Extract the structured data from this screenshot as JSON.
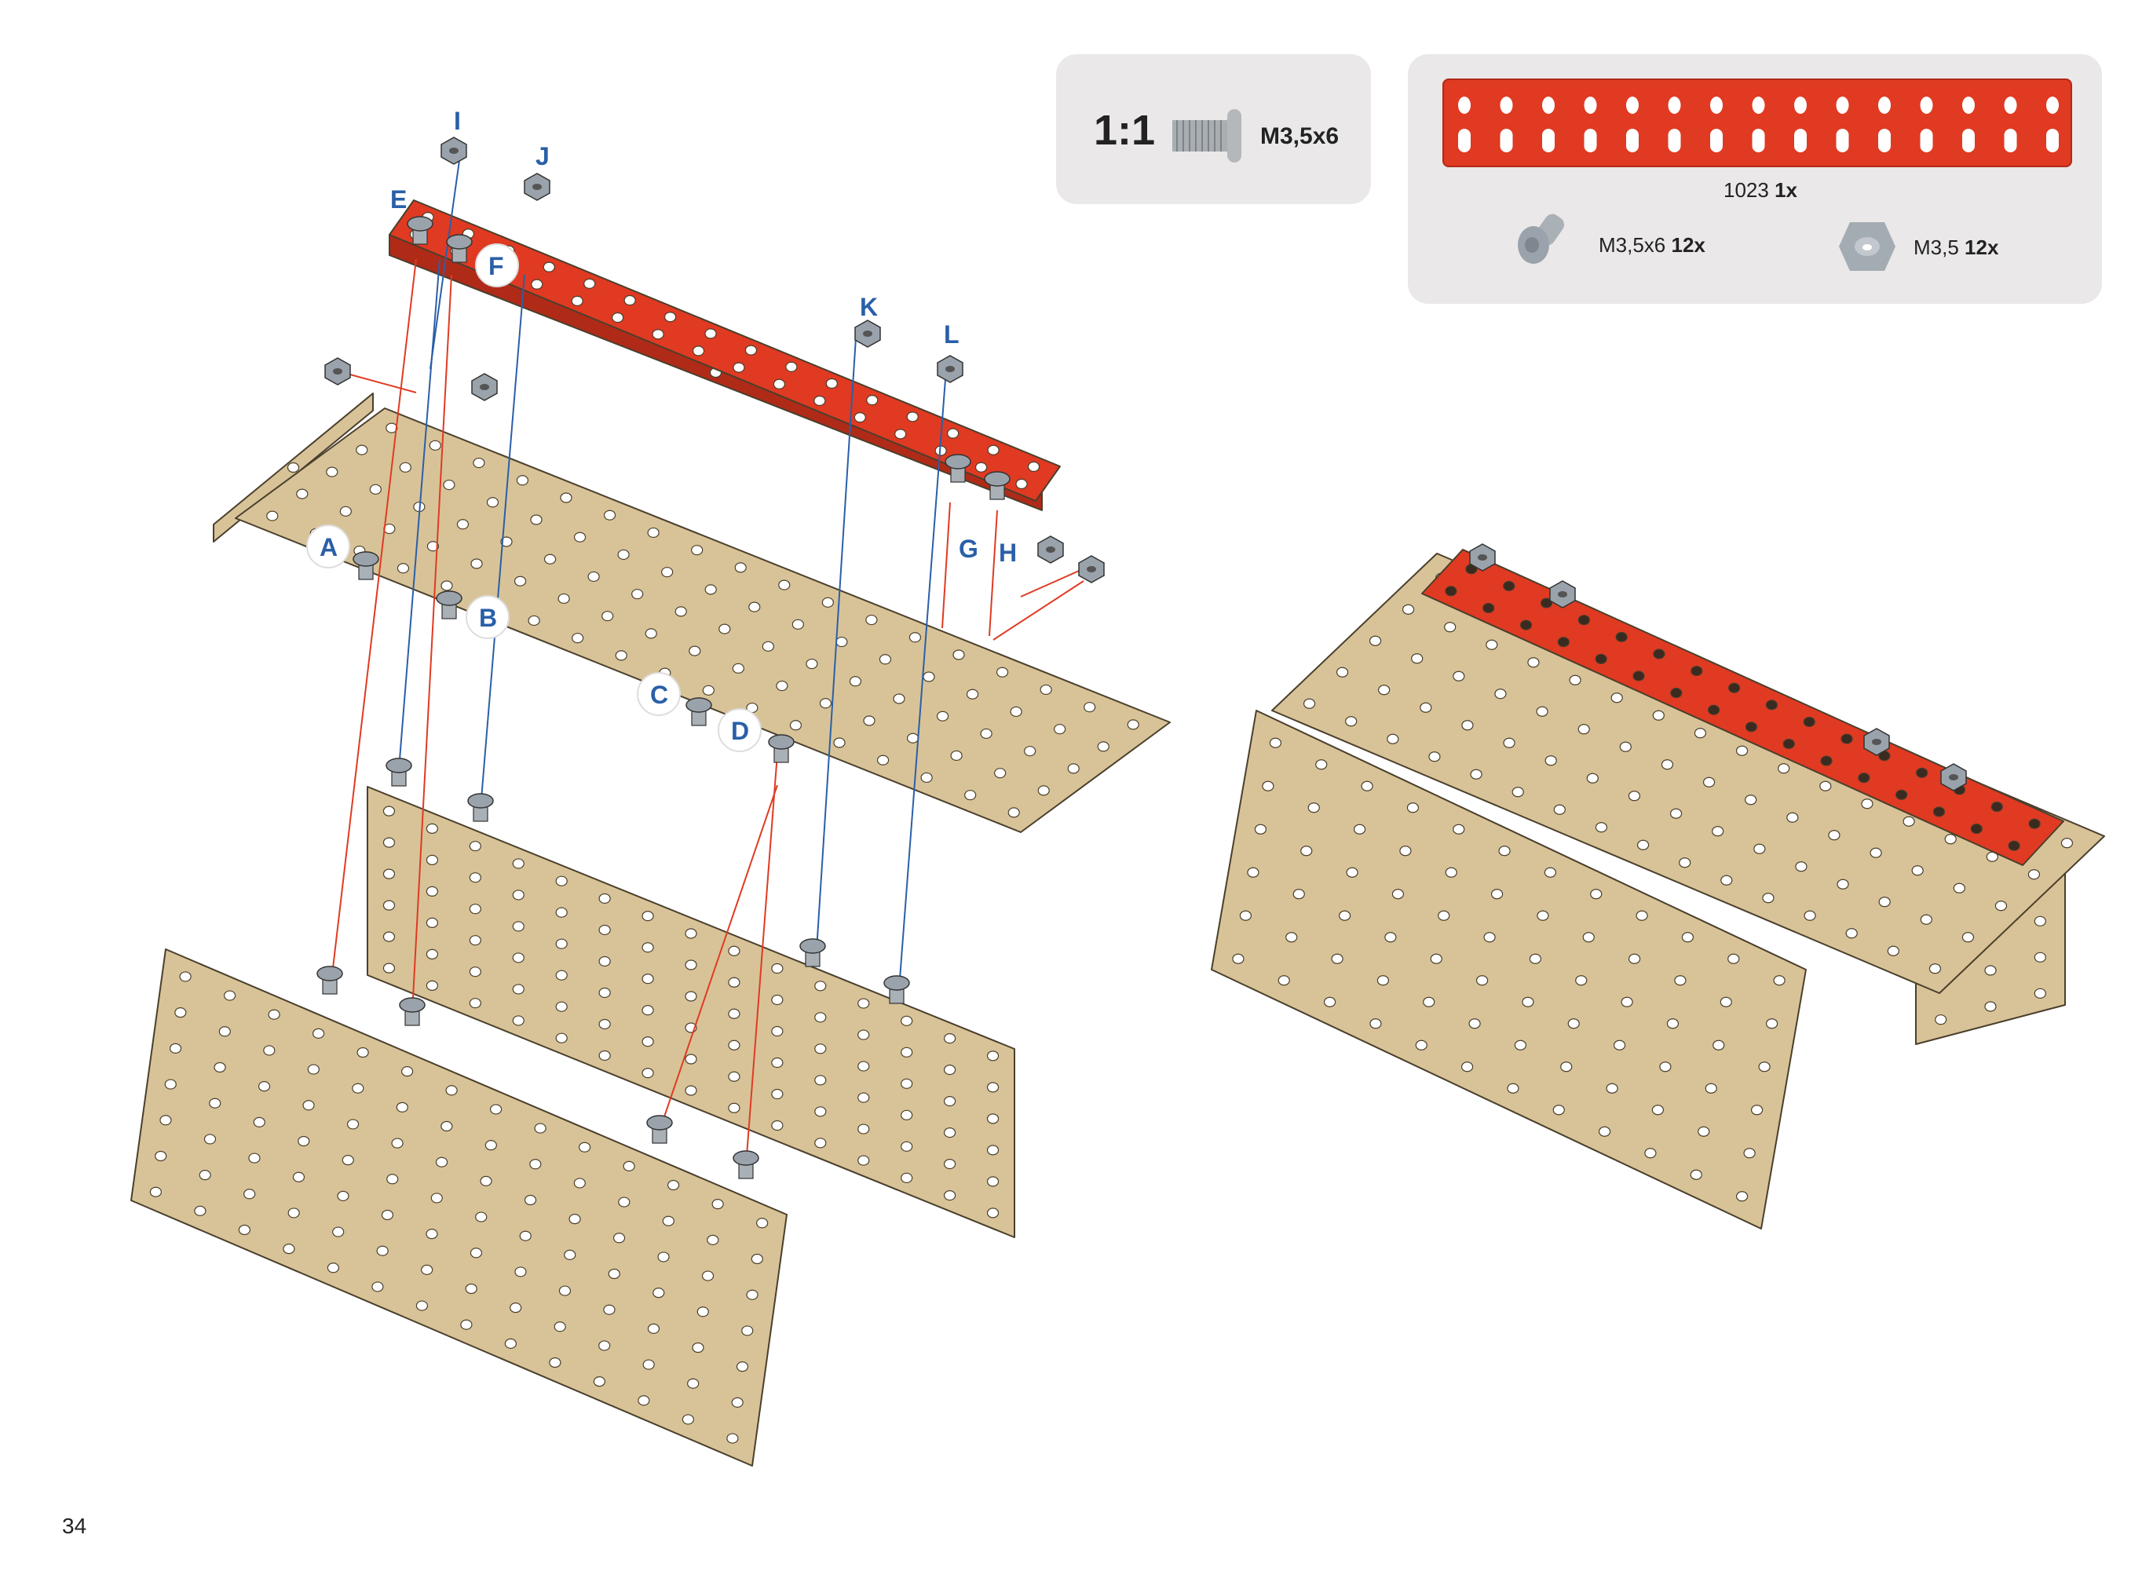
{
  "page_number": "34",
  "scale_box": {
    "scale": "1:1",
    "screw": "M3,5x6"
  },
  "parts": {
    "plate": {
      "id": "1023",
      "qty": "1x"
    },
    "screw": {
      "name": "M3,5x6",
      "qty": "12x"
    },
    "nut": {
      "name": "M3,5",
      "qty": "12x"
    }
  },
  "labels": {
    "I": "I",
    "J": "J",
    "E": "E",
    "F": "F",
    "K": "K",
    "L": "L",
    "G": "G",
    "H": "H",
    "A": "A",
    "B": "B",
    "C": "C",
    "D": "D"
  },
  "colors": {
    "red_part": "#e03a22",
    "plate": "#d8c398",
    "hardware": "#9aa3ab",
    "label_blue": "#2a5fa8",
    "red_line": "#e03a22",
    "blue_line": "#2a5fa8",
    "panel": "#eae8e8"
  }
}
